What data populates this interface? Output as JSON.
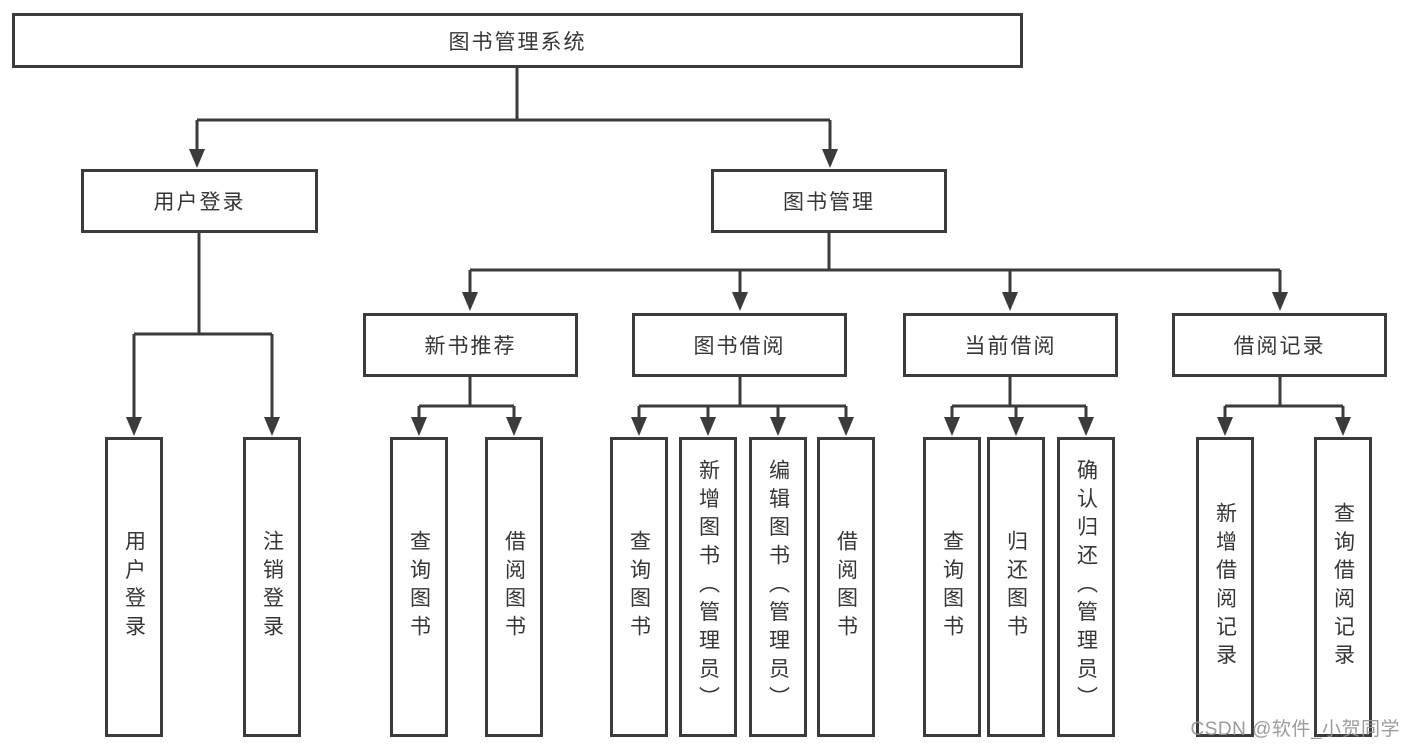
{
  "colors": {
    "line": "#3b3b3b",
    "box_border": "#3b3b3b",
    "box_fill": "#ffffff",
    "text": "#363636",
    "watermark": "#949494",
    "background": "#ffffff"
  },
  "tree": {
    "label": "图书管理系统",
    "children": [
      {
        "label": "用户登录",
        "children": [
          {
            "label": "用户登录"
          },
          {
            "label": "注销登录"
          }
        ]
      },
      {
        "label": "图书管理",
        "children": [
          {
            "label": "新书推荐",
            "children": [
              {
                "label": "查询图书"
              },
              {
                "label": "借阅图书"
              }
            ]
          },
          {
            "label": "图书借阅",
            "children": [
              {
                "label": "查询图书"
              },
              {
                "label": "新增图书（管理员）"
              },
              {
                "label": "编辑图书（管理员）"
              },
              {
                "label": "借阅图书"
              }
            ]
          },
          {
            "label": "当前借阅",
            "children": [
              {
                "label": "查询图书"
              },
              {
                "label": "归还图书"
              },
              {
                "label": "确认归还（管理员）"
              }
            ]
          },
          {
            "label": "借阅记录",
            "children": [
              {
                "label": "新增借阅记录"
              },
              {
                "label": "查询借阅记录"
              }
            ]
          }
        ]
      }
    ]
  },
  "watermark": {
    "text": "CSDN @软件_小贺同学"
  }
}
